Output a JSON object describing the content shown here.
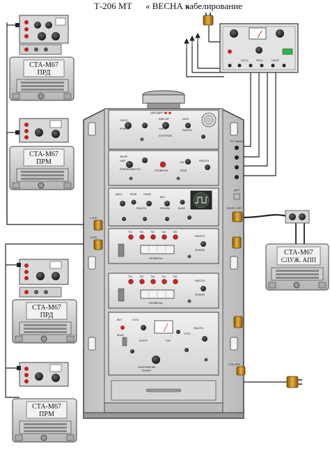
{
  "title": {
    "model": "Т-206 МТ",
    "name": "« ВЕСНА »",
    "subtitle": "кабелирование"
  },
  "teletypes": [
    {
      "id": "top1",
      "line1": "СТА-М67",
      "line2": "ПРД"
    },
    {
      "id": "top2",
      "line1": "СТА-М67",
      "line2": "ПРМ"
    },
    {
      "id": "bottom1",
      "line1": "СТА-М67",
      "line2": "ПРД"
    },
    {
      "id": "bottom2",
      "line1": "СТА-М67",
      "line2": "ПРМ"
    },
    {
      "id": "service",
      "line1": "СТА-М67",
      "line2": "СЛУЖ. АПП"
    }
  ],
  "rack": {
    "top_label": "ДЕКОДЕР",
    "side_labels": {
      "left_1": "1 АПП",
      "left_2": "2 АПП",
      "right_kontr": "КОНТР. АПП",
      "right_sta": "СТА-120В",
      "right_tlg": "ТЛГ. КАНАЛ",
      "right_dop": "ДОП"
    },
    "panels": [
      {
        "id": "p1",
        "labels": [
          "ДЕКОДЕР",
          "СБРОС",
          "ФИКСИР",
          "ЗАПР",
          "РЕЖИМ",
          "РАБОТА",
          "СИНХР",
          "КОНТРОЛЬ",
          "РАБОТА"
        ]
      },
      {
        "id": "p2",
        "labels": [
          "ЗВУКР.",
          "ИМП",
          "РЕЖИМ РАБОТЫ",
          "ПРОВЕРКА",
          "ЧАСТОТА",
          "ПРОВ",
          "РАБОТА"
        ]
      },
      {
        "id": "p3",
        "labels": [
          "АВТО",
          "ПРОВ",
          "ПРИМ",
          "РАБОТА",
          "ВКЛ",
          "РЕЖИМ",
          "ВЫКЛ"
        ]
      },
      {
        "id": "p4",
        "labels": [
          "ТК1",
          "ТК2",
          "ТК3",
          "ТК4",
          "ТК5",
          "ПРОВЕРКА",
          "РАБОТА",
          "РЕЖИМ"
        ]
      },
      {
        "id": "p5",
        "labels": [
          "ТК1",
          "ТК2",
          "ТК3",
          "ТК4",
          "ТК5",
          "ПРОВЕРКА",
          "РАБОТА",
          "РЕЖИМ"
        ]
      },
      {
        "id": "p6",
        "labels": [
          "ВКЛ",
          "СЕТЬ",
          "ВЫКЛ",
          "КОНТР",
          "ПИТ",
          "РАБОТА",
          "СЕТЬ",
          "НАПРЯЖЕНИЕ",
          "ЛИНИЯ"
        ]
      }
    ]
  },
  "power_unit": {
    "labels": [
      "СЕТЬ",
      "РЕЖ.",
      "НАПР"
    ]
  },
  "colors": {
    "cable": "#222222",
    "panel": "#e6e6e6",
    "cabinet": "#dcdcdc",
    "plug": "#c8921c",
    "lamp_red": "#d22020",
    "lamp_green": "#2eb84a",
    "teletype": "#d8d8d8"
  }
}
